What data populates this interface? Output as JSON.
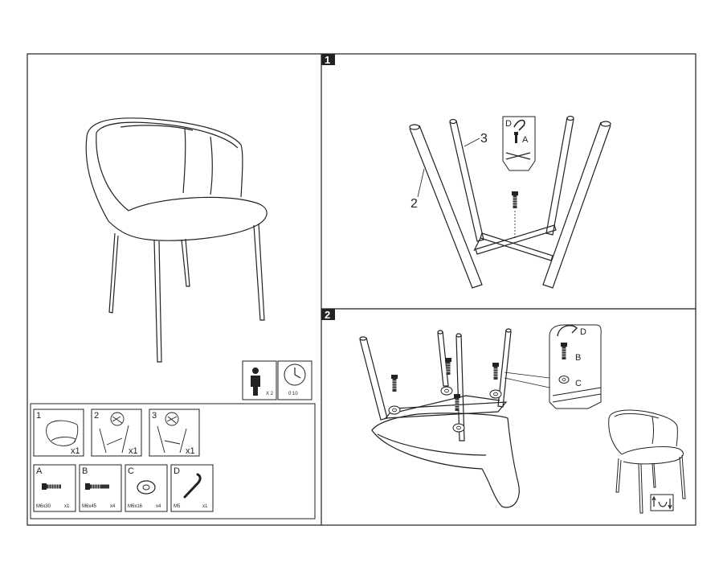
{
  "steps": [
    {
      "number": "1",
      "labels": {
        "leg_long": "2",
        "leg_short": "3",
        "detail_top": "D",
        "detail_screw": "A"
      }
    },
    {
      "number": "2",
      "labels": {
        "detail_top": "D",
        "detail_screw": "B",
        "detail_washer": "C"
      }
    }
  ],
  "info": {
    "people_count": "X 2",
    "time": "0:10"
  },
  "parts": [
    {
      "id": "1",
      "qty": "x1"
    },
    {
      "id": "2",
      "qty": "x1"
    },
    {
      "id": "3",
      "qty": "x1"
    }
  ],
  "hardware": [
    {
      "id": "A",
      "size": "M6x30",
      "qty": "x1",
      "icon": "bolt-short-icon"
    },
    {
      "id": "B",
      "size": "M6x45",
      "qty": "x4",
      "icon": "bolt-long-icon"
    },
    {
      "id": "C",
      "size": "M6x16",
      "qty": "x4",
      "icon": "washer-icon"
    },
    {
      "id": "D",
      "size": "M5",
      "qty": "x1",
      "icon": "allen-key-icon"
    }
  ]
}
